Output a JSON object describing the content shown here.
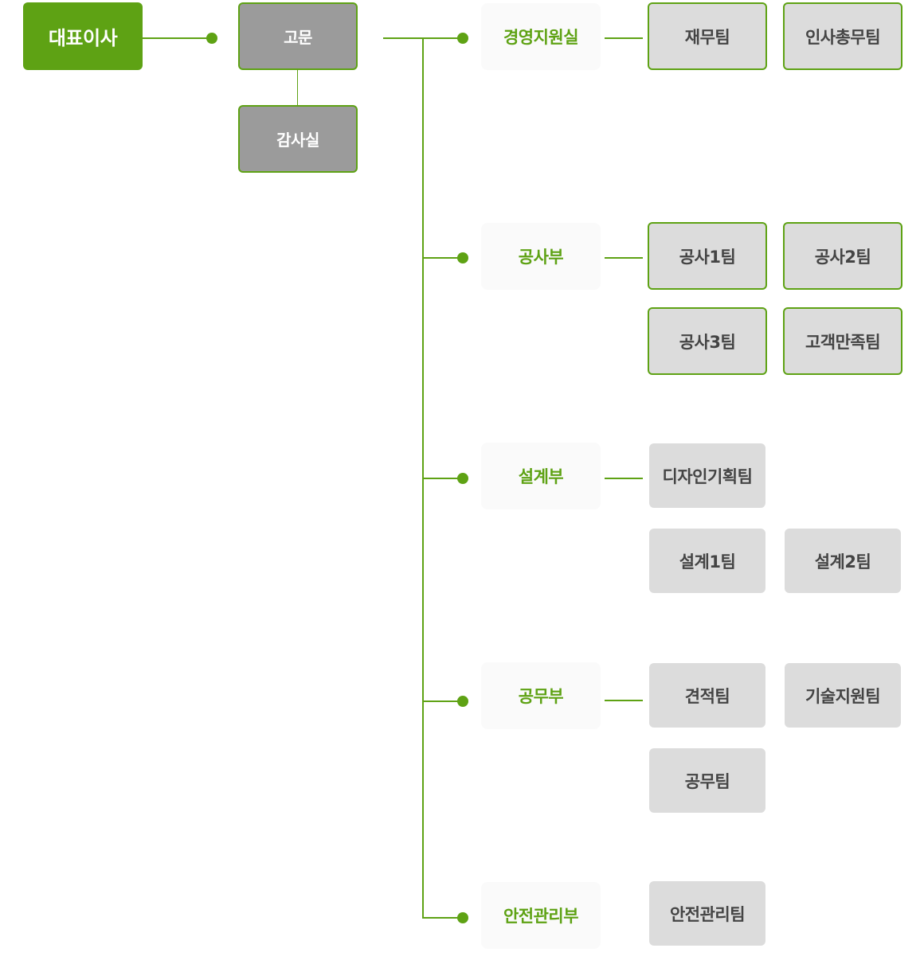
{
  "colors": {
    "accent": "#5ea214",
    "advisor_fill": "#9b9b9b",
    "team_fill": "#dcdcdc",
    "team_text": "#444444",
    "dept_fill": "#fafafa"
  },
  "ceo": {
    "label": "대표이사"
  },
  "advisors": [
    {
      "label": "고문"
    },
    {
      "label": "감사실"
    }
  ],
  "departments": [
    {
      "label": "경영지원실",
      "teams": [
        {
          "label": "재무팀"
        },
        {
          "label": "인사총무팀"
        }
      ]
    },
    {
      "label": "공사부",
      "teams": [
        {
          "label": "공사1팀"
        },
        {
          "label": "공사2팀"
        },
        {
          "label": "공사3팀"
        },
        {
          "label": "고객만족팀"
        }
      ]
    },
    {
      "label": "설계부",
      "teams": [
        {
          "label": "디자인기획팀"
        },
        {
          "label": "설계1팀"
        },
        {
          "label": "설계2팀"
        }
      ]
    },
    {
      "label": "공무부",
      "teams": [
        {
          "label": "견적팀"
        },
        {
          "label": "기술지원팀"
        },
        {
          "label": "공무팀"
        }
      ]
    },
    {
      "label": "안전관리부",
      "teams": [
        {
          "label": "안전관리팀"
        }
      ]
    }
  ]
}
